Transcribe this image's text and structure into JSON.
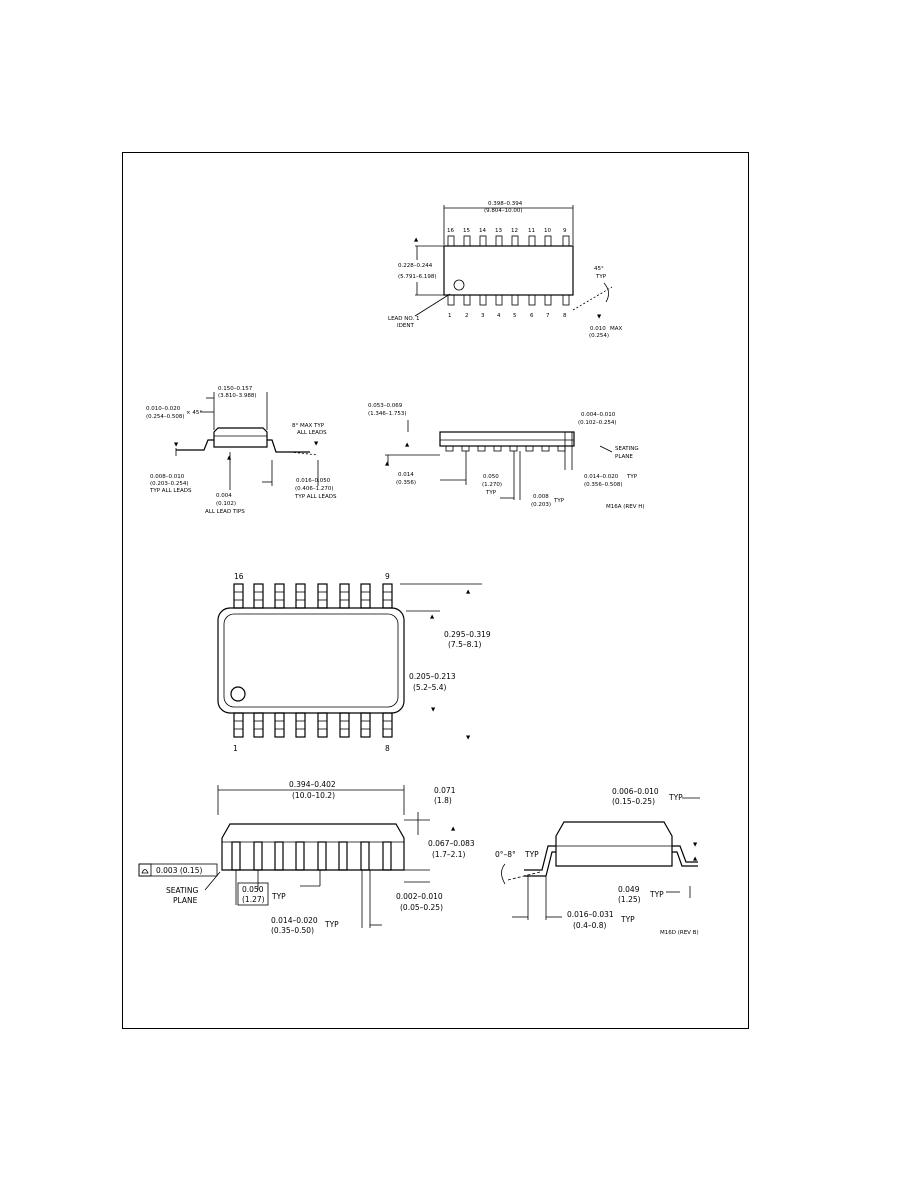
{
  "top_view": {
    "width_dim": "0.398–0.394",
    "width_dim_mm": "(9.804–10.00)",
    "body_dim": "0.228–0.244",
    "body_dim_mm": "(5.791–6.198)",
    "pins_top": [
      "16",
      "15",
      "14",
      "13",
      "12",
      "11",
      "10",
      "9"
    ],
    "pins_bottom": [
      "1",
      "2",
      "3",
      "4",
      "5",
      "6",
      "7",
      "8"
    ],
    "lead_no_1": "LEAD NO. 1",
    "ident": "IDENT",
    "angle": "45°",
    "angle_typ": "TYP",
    "lead_width": "0.010",
    "lead_width_max": "MAX",
    "lead_width_mm": "(0.254)"
  },
  "side_view_left": {
    "height_dim": "0.150–0.157",
    "height_dim_mm": "(3.810–3.988)",
    "chamfer": "0.010–0.020",
    "chamfer_mm": "(0.254–0.508)",
    "chamfer_angle": "× 45°",
    "angle_note": "8° MAX TYP",
    "angle_note2": "ALL LEADS",
    "lead_thk": "0.008–0.010",
    "lead_thk_mm": "(0.203–0.254)",
    "lead_thk_note": "TYP ALL LEADS",
    "lead_tip": "0.004",
    "lead_tip_mm": "(0.102)",
    "lead_tip_note": "ALL LEAD TIPS",
    "foot": "0.016–0.050",
    "foot_mm": "(0.406–1.270)",
    "foot_note": "TYP ALL LEADS"
  },
  "side_view_right": {
    "height": "0.053–0.069",
    "height_mm": "(1.346–1.753)",
    "standoff": "0.014",
    "standoff_mm": "(0.356)",
    "pitch": "0.050",
    "pitch_mm": "(1.270)",
    "pitch_typ": "TYP",
    "lw": "0.008",
    "lw_mm": "(0.203)",
    "lw_typ": "TYP",
    "tw": "0.004–0.010",
    "tw_mm": "(0.102–0.254)",
    "seating": "SEATING",
    "plane": "PLANE",
    "lead_w": "0.014–0.020",
    "lead_w_typ": "TYP",
    "lead_w_mm": "(0.356–0.508)",
    "drawing_id": "M16A (REV H)"
  },
  "bottom_top_view": {
    "pin_tl": "16",
    "pin_tr": "9",
    "pin_bl": "1",
    "pin_br": "8",
    "dim1": "0.295–0.319",
    "dim1_mm": "(7.5–8.1)",
    "dim2": "0.205–0.213",
    "dim2_mm": "(5.2–5.4)"
  },
  "bottom_side_view": {
    "length": "0.394–0.402",
    "length_mm": "(10.0–10.2)",
    "h1": "0.071",
    "h1_mm": "(1.8)",
    "h2": "0.067–0.083",
    "h2_mm": "(1.7–2.1)",
    "coplanarity": "0.003 (0.15)",
    "seating": "SEATING",
    "plane": "PLANE",
    "pitch": "0.050",
    "pitch_mm": "(1.27)",
    "pitch_typ": "TYP",
    "standoff": "0.002–0.010",
    "standoff_mm": "(0.05–0.25)",
    "lead_w": "0.014–0.020",
    "lead_w_mm": "(0.35–0.50)",
    "lead_w_typ": "TYP"
  },
  "bottom_end_view": {
    "thk": "0.006–0.010",
    "thk_mm": "(0.15–0.25)",
    "thk_typ": "TYP",
    "angle": "0°–8°",
    "angle_typ": "TYP",
    "tip": "0.049",
    "tip_mm": "(1.25)",
    "tip_typ": "TYP",
    "foot": "0.016–0.031",
    "foot_mm": "(0.4–0.8)",
    "foot_typ": "TYP",
    "drawing_id": "M16D (REV B)"
  }
}
